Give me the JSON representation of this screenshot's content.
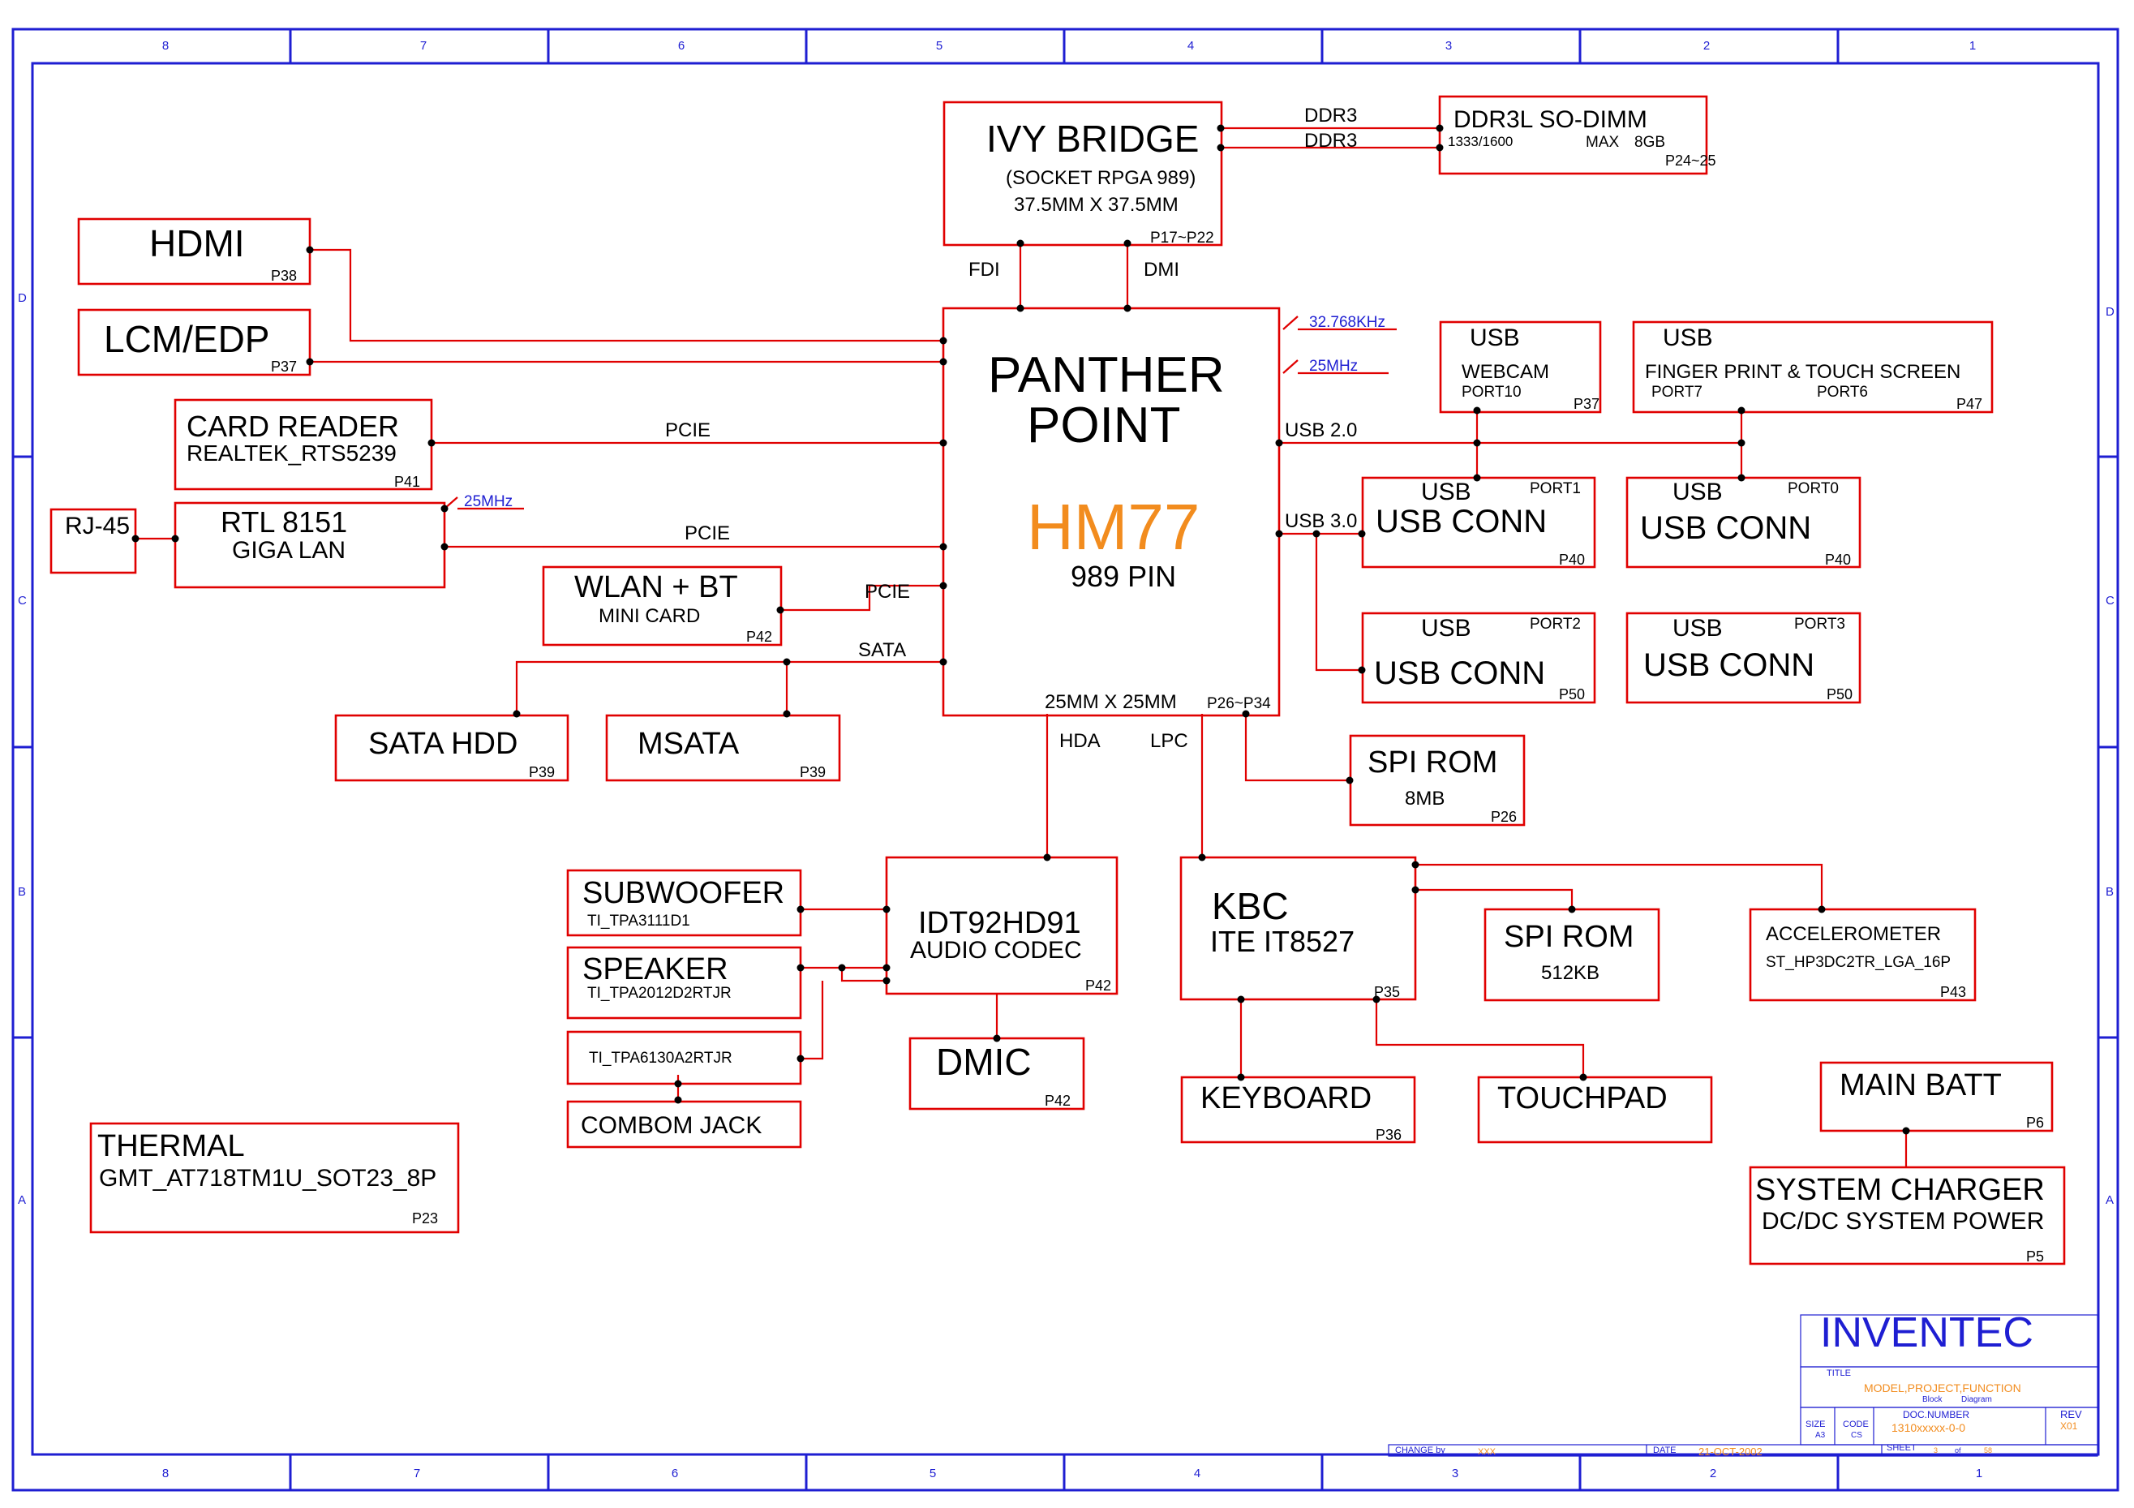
{
  "frame": {
    "columns_top": [
      "8",
      "7",
      "6",
      "5",
      "4",
      "3",
      "2",
      "1"
    ],
    "columns_bottom": [
      "8",
      "7",
      "6",
      "5",
      "4",
      "3",
      "2",
      "1"
    ],
    "rows_left": [
      "D",
      "C",
      "B",
      "A"
    ],
    "rows_right": [
      "D",
      "C",
      "B",
      "A"
    ]
  },
  "cpu": {
    "name": "IVY BRIDGE",
    "socket": "(SOCKET RPGA 989)",
    "size": "37.5MM X 37.5MM",
    "page": "P17~P22"
  },
  "ddr": {
    "link1": "DDR3",
    "link2": "DDR3",
    "name": "DDR3L SO-DIMM",
    "speed": "1333/1600",
    "max": "MAX",
    "cap": "8GB",
    "page": "P24~25"
  },
  "links": {
    "fdi": "FDI",
    "dmi": "DMI",
    "pcie1": "PCIE",
    "pcie2": "PCIE",
    "pcie3": "PCIE",
    "sata": "SATA",
    "usb2": "USB 2.0",
    "usb3": "USB 3.0",
    "hda": "HDA",
    "lpc": "LPC"
  },
  "pch": {
    "name1": "PANTHER",
    "name2": "POINT",
    "chip": "HM77",
    "pins": "989 PIN",
    "size": "25MM X 25MM",
    "page": "P26~P34",
    "xtal1": "32.768KHz",
    "xtal2": "25MHz"
  },
  "hdmi": {
    "name": "HDMI",
    "page": "P38"
  },
  "lcm": {
    "name": "LCM/EDP",
    "page": "P37"
  },
  "cardreader": {
    "name": "CARD READER",
    "part": "REALTEK_RTS5239",
    "page": "P41"
  },
  "lan": {
    "rj": "RJ-45",
    "name": "RTL 8151",
    "sub": "GIGA LAN",
    "xtal": "25MHz"
  },
  "wlan": {
    "name": "WLAN + BT",
    "sub": "MINI CARD",
    "page": "P42"
  },
  "satahdd": {
    "name": "SATA HDD",
    "page": "P39"
  },
  "msata": {
    "name": "MSATA",
    "page": "P39"
  },
  "webcam": {
    "usb": "USB",
    "name": "WEBCAM",
    "port": "PORT10",
    "page": "P37"
  },
  "finger": {
    "usb": "USB",
    "name": "FINGER PRINT & TOUCH SCREEN",
    "port7": "PORT7",
    "port6": "PORT6",
    "page": "P47"
  },
  "usb_p1": {
    "usb": "USB",
    "port": "PORT1",
    "name": "USB CONN",
    "page": "P40"
  },
  "usb_p0": {
    "usb": "USB",
    "port": "PORT0",
    "name": "USB CONN",
    "page": "P40"
  },
  "usb_p2": {
    "usb": "USB",
    "port": "PORT2",
    "name": "USB CONN",
    "page": "P50"
  },
  "usb_p3": {
    "usb": "USB",
    "port": "PORT3",
    "name": "USB CONN",
    "page": "P50"
  },
  "spirom1": {
    "name": "SPI ROM",
    "size": "8MB",
    "page": "P26"
  },
  "codec": {
    "name": "IDT92HD91",
    "sub": "AUDIO CODEC",
    "page": "P42"
  },
  "subwoofer": {
    "name": "SUBWOOFER",
    "part": "TI_TPA3111D1"
  },
  "speaker": {
    "name": "SPEAKER",
    "part": "TI_TPA2012D2RTJR"
  },
  "hpamp": {
    "part": "TI_TPA6130A2RTJR"
  },
  "combo": {
    "name": "COMBOM JACK"
  },
  "dmic": {
    "name": "DMIC",
    "page": "P42"
  },
  "kbc": {
    "name": "KBC",
    "part": "ITE IT8527",
    "page": "P35"
  },
  "spirom2": {
    "name": "SPI ROM",
    "size": "512KB"
  },
  "accel": {
    "name": "ACCELEROMETER",
    "part": "ST_HP3DC2TR_LGA_16P",
    "page": "P43"
  },
  "keyboard": {
    "name": "KEYBOARD",
    "page": "P36"
  },
  "touchpad": {
    "name": "TOUCHPAD"
  },
  "mainbatt": {
    "name": "MAIN BATT",
    "page": "P6"
  },
  "charger": {
    "name": "SYSTEM CHARGER",
    "sub": "DC/DC SYSTEM POWER",
    "page": "P5"
  },
  "thermal": {
    "name": "THERMAL",
    "part": "GMT_AT718TM1U_SOT23_8P",
    "page": "P23"
  },
  "titleblock": {
    "company": "INVENTEC",
    "title_label": "TITLE",
    "title_value": "MODEL,PROJECT,FUNCTION",
    "title_sub1": "Block",
    "title_sub2": "Diagram",
    "size_label": "SIZE",
    "size_value": "A3",
    "code_label": "CODE",
    "code_value": "CS",
    "docnum_label": "DOC.NUMBER",
    "docnum_value": "1310xxxxx-0-0",
    "rev_label": "REV",
    "rev_value": "X01",
    "change_label": "CHANGE by",
    "change_value": "XXX",
    "date_label": "DATE",
    "date_value": "21-OCT-2002",
    "sheet_label": "SHEET",
    "sheet_num": "3",
    "sheet_of": "of",
    "sheet_total": "58"
  },
  "colors": {
    "frame": "#1e1ed2",
    "wire": "#e00000",
    "accent": "#f28c1e",
    "text": "#000000"
  }
}
